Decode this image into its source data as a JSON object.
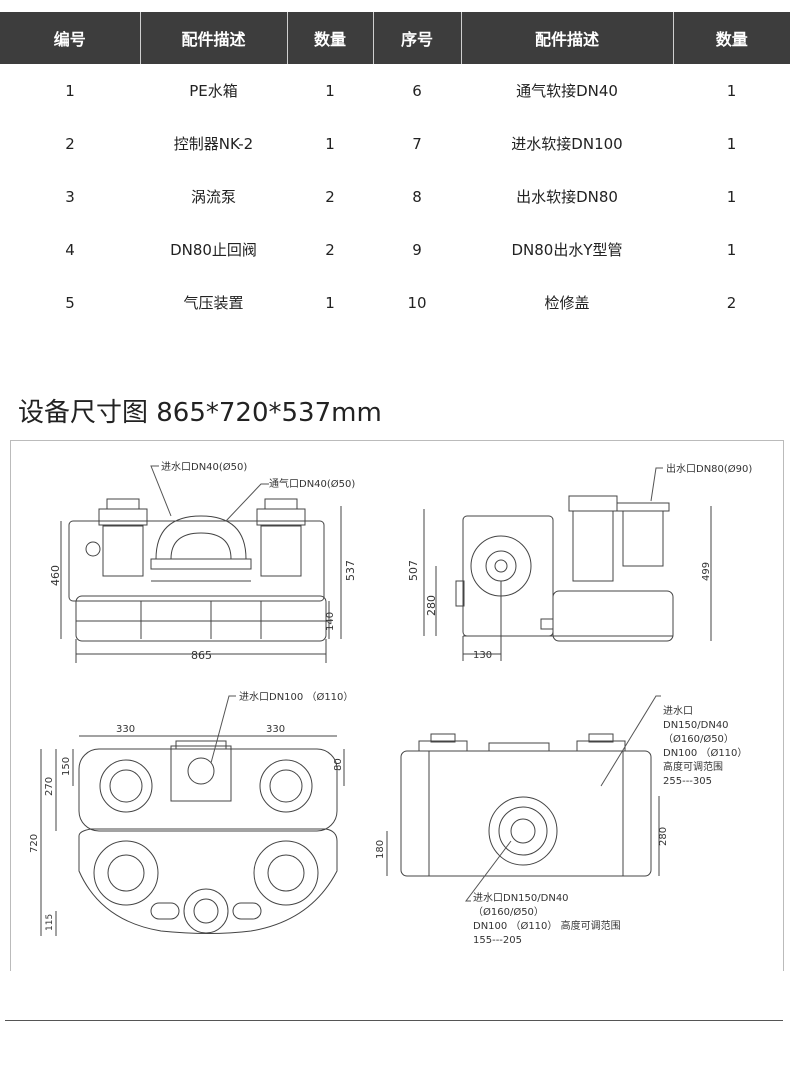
{
  "table": {
    "headers": [
      "编号",
      "配件描述",
      "数量",
      "序号",
      "配件描述",
      "数量"
    ],
    "rows": [
      [
        "1",
        "PE水箱",
        "1",
        "6",
        "通气软接DN40",
        "1"
      ],
      [
        "2",
        "控制器NK-2",
        "1",
        "7",
        "进水软接DN100",
        "1"
      ],
      [
        "3",
        "涡流泵",
        "2",
        "8",
        "出水软接DN80",
        "1"
      ],
      [
        "4",
        "DN80止回阀",
        "2",
        "9",
        "DN80出水Y型管",
        "1"
      ],
      [
        "5",
        "气压装置",
        "1",
        "10",
        "检修盖",
        "2"
      ]
    ]
  },
  "section_title": "设备尺寸图  865*720*537mm",
  "drawing": {
    "front": {
      "inlet_label": "进水口DN40(Ø50)",
      "vent_label": "通气口DN40(Ø50)",
      "dim_width": "865",
      "dim_460": "460",
      "dim_537": "537",
      "dim_140": "140"
    },
    "side": {
      "outlet_label": "出水口DN80(Ø90)",
      "dim_507": "507",
      "dim_499": "499",
      "dim_280": "280",
      "dim_130": "130"
    },
    "top": {
      "inlet_label": "进水口DN100 （Ø110）",
      "dim_330a": "330",
      "dim_330b": "330",
      "dim_150": "150",
      "dim_270": "270",
      "dim_80": "80",
      "dim_720": "720",
      "dim_115": "115"
    },
    "rear": {
      "inlet_lines": [
        "进水口",
        "DN150/DN40",
        "（Ø160/Ø50）",
        "DN100 （Ø110）",
        "高度可调范围",
        "255---305"
      ],
      "lower_lines": [
        "进水口DN150/DN40",
        "（Ø160/Ø50）",
        "DN100 （Ø110） 高度可调范围",
        "155---205"
      ],
      "dim_180": "180",
      "dim_280": "280"
    }
  }
}
